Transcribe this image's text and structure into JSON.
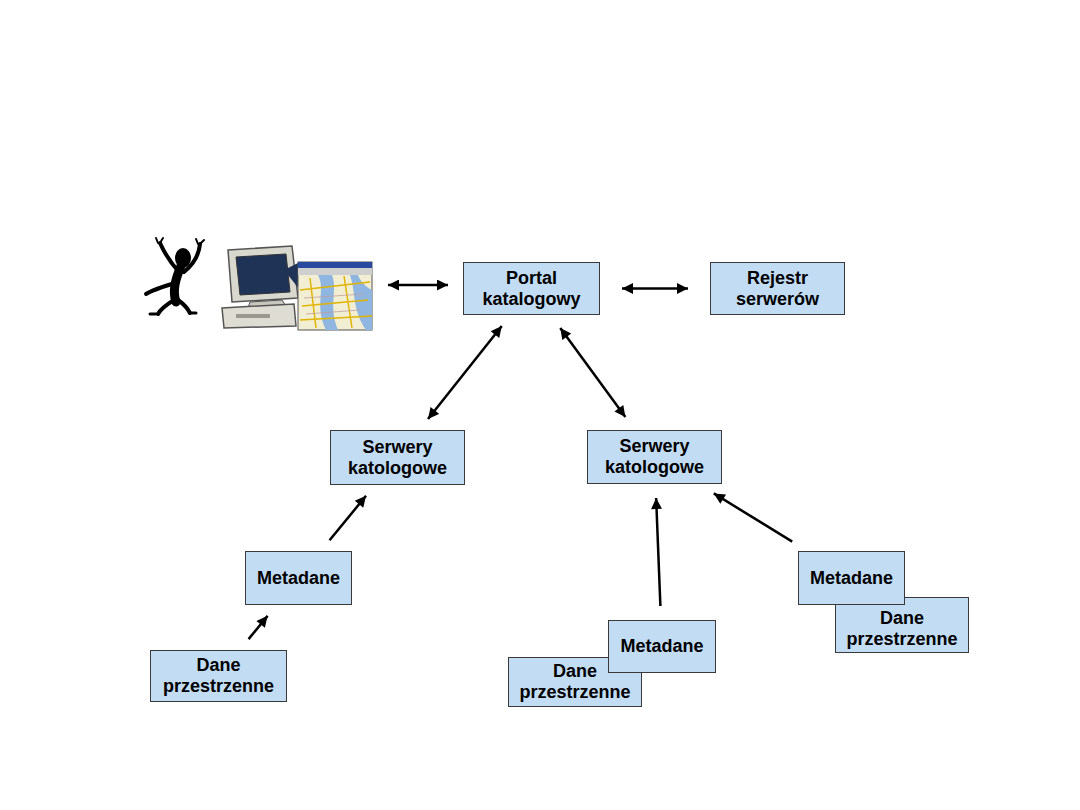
{
  "diagram": {
    "nodes": [
      {
        "text": [
          "Portal katalogowy"
        ]
      },
      {
        "text": [
          "Rejestr serwerów"
        ]
      },
      {
        "text": [
          "Serwery katologowe"
        ]
      },
      {
        "text": [
          "Serwery katologowe"
        ]
      },
      {
        "text": [
          "Metadane"
        ]
      },
      {
        "text": [
          "Metadane"
        ]
      },
      {
        "text": [
          "Dane przestrzenne"
        ]
      },
      {
        "text": [
          "Metadane"
        ]
      },
      {
        "text": [
          "Dane przestrzenne"
        ]
      },
      {
        "text": [
          "Dane przestrzenne"
        ]
      }
    ],
    "edges": [
      {
        "from": 0,
        "to": 1,
        "arrow": "both"
      },
      {
        "from": 0,
        "to": 2,
        "arrow": "both"
      },
      {
        "from": 0,
        "to": 3,
        "arrow": "both"
      },
      {
        "from": 4,
        "to": 2,
        "arrow": "to"
      },
      {
        "from": 8,
        "to": 4,
        "arrow": "to"
      },
      {
        "from": 7,
        "to": 3,
        "arrow": "to"
      },
      {
        "from": 5,
        "to": 3,
        "arrow": "to"
      }
    ]
  }
}
